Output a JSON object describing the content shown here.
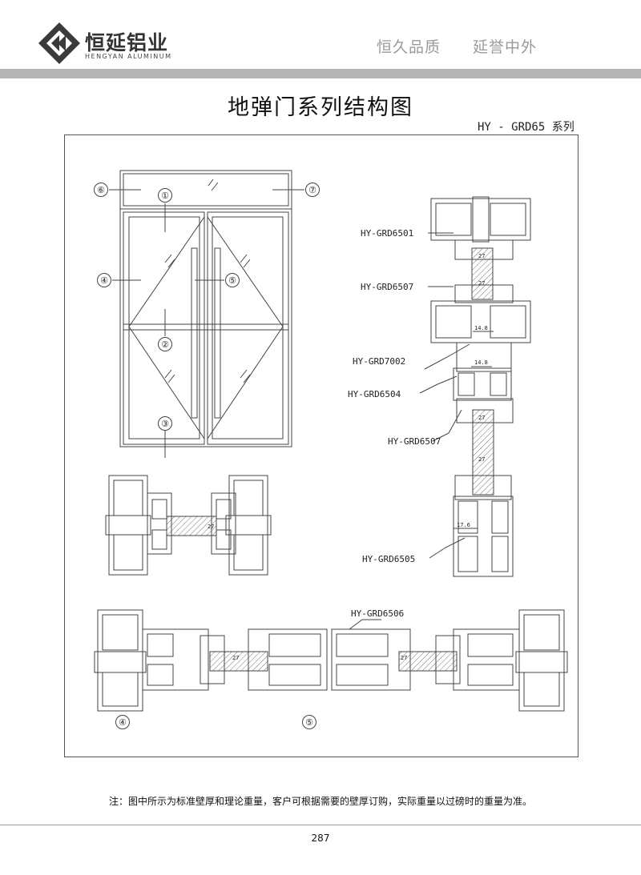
{
  "header": {
    "brand_name": "恒延铝业",
    "brand_sub": "HENGYAN ALUMINUM",
    "slogan_left": "恒久品质",
    "slogan_right": "延誉中外"
  },
  "title": "地弹门系列结构图",
  "series_label": "HY - GRD65 系列",
  "elevation": {
    "callouts": [
      "①",
      "②",
      "③",
      "④",
      "⑤",
      "⑥",
      "⑦"
    ]
  },
  "sections": {
    "part_labels": {
      "p6501": "HY-GRD6501",
      "p6507a": "HY-GRD6507",
      "p7002": "HY-GRD7002",
      "p6504": "HY-GRD6504",
      "p6507b": "HY-GRD6507",
      "p6505": "HY-GRD6505",
      "p6506": "HY-GRD6506"
    },
    "dimensions": {
      "d27": "27",
      "d14_8": "14.8",
      "d17_6": "17.6"
    },
    "bottom_callouts": {
      "left": "④",
      "right": "⑤"
    }
  },
  "note": "注：图中所示为标准壁厚和理论重量，客户可根据需要的壁厚订购，实际重量以过磅时的重量为准。",
  "page_number": "287",
  "colors": {
    "header_bar": "#b5b5b5",
    "slogan": "#9a9a9a",
    "line": "#444444"
  }
}
